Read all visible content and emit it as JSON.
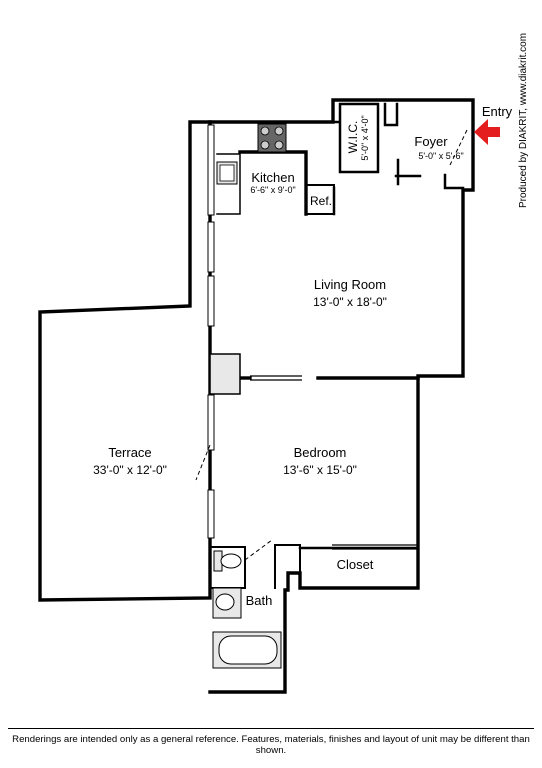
{
  "rooms": {
    "kitchen": {
      "name": "Kitchen",
      "dims": "6'-6\" x 9'-0\""
    },
    "refrigerator": {
      "name": "Ref."
    },
    "wic": {
      "name": "W.I.C.",
      "dims": "5'-0\" x 4'-0\""
    },
    "foyer": {
      "name": "Foyer",
      "dims": "5'-0\" x 5'-6\""
    },
    "entry": {
      "name": "Entry"
    },
    "living_room": {
      "name": "Living Room",
      "dims": "13'-0\" x 18'-0\""
    },
    "terrace": {
      "name": "Terrace",
      "dims": "33'-0\" x 12'-0\""
    },
    "bedroom": {
      "name": "Bedroom",
      "dims": "13'-6\" x 15'-0\""
    },
    "closet": {
      "name": "Closet"
    },
    "bath": {
      "name": "Bath"
    }
  },
  "credit": "Produced by DIAKRIT, www.diakrit.com",
  "disclaimer": "Renderings are intended only as a general reference. Features, materials, finishes and layout of unit may be different than shown.",
  "colors": {
    "wall": "#000000",
    "fixture": "#e8e8e8",
    "entry_arrow": "#e41e1e"
  },
  "icons": {
    "entry": "entry-arrow-icon",
    "stove": "stove-icon",
    "sink": "sink-icon",
    "toilet": "toilet-icon",
    "tub": "bathtub-icon"
  }
}
